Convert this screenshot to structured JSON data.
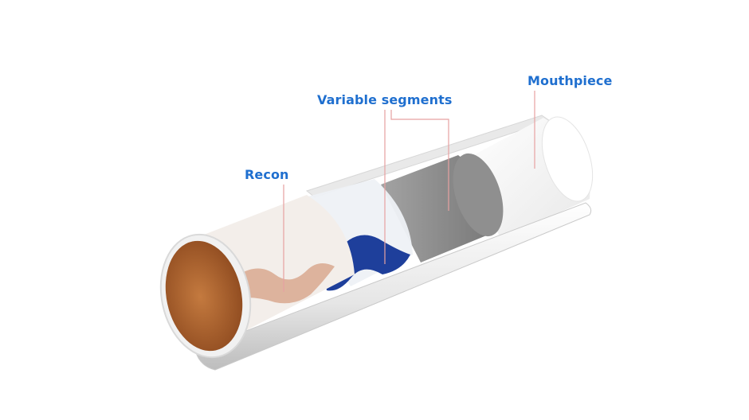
{
  "labels": {
    "recon": "Recon",
    "variable_segments": "Variable segments",
    "mouthpiece": "Mouthpiece"
  },
  "colors": {
    "label_text": "#1f6fcf",
    "leader_line": "#e7a1a1",
    "tobacco_end": "#b8682f",
    "recon_strip": "#d8a88f",
    "variable_segment_wave": "#1e3f9b",
    "grey_segment": "#8e8e8e",
    "wrapper": "#f2f2f2"
  }
}
